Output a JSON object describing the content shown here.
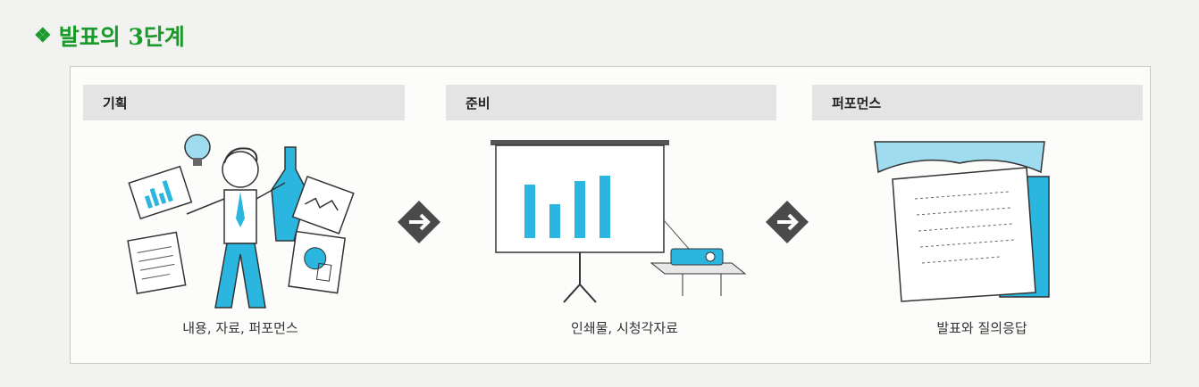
{
  "heading": {
    "bullet": "❖",
    "title": "발표의 3단계"
  },
  "stages": [
    {
      "title": "기획",
      "caption": "내용, 자료, 퍼포먼스"
    },
    {
      "title": "준비",
      "caption": "인쇄물, 시청각자료"
    },
    {
      "title": "퍼포먼스",
      "caption": "발표와 질의응답"
    }
  ],
  "icons": {
    "arrow": "arrow-right-icon"
  },
  "colors": {
    "heading": "#1a9a2a",
    "accent": "#2bb6e0",
    "arrow": "#4a4a4a"
  }
}
